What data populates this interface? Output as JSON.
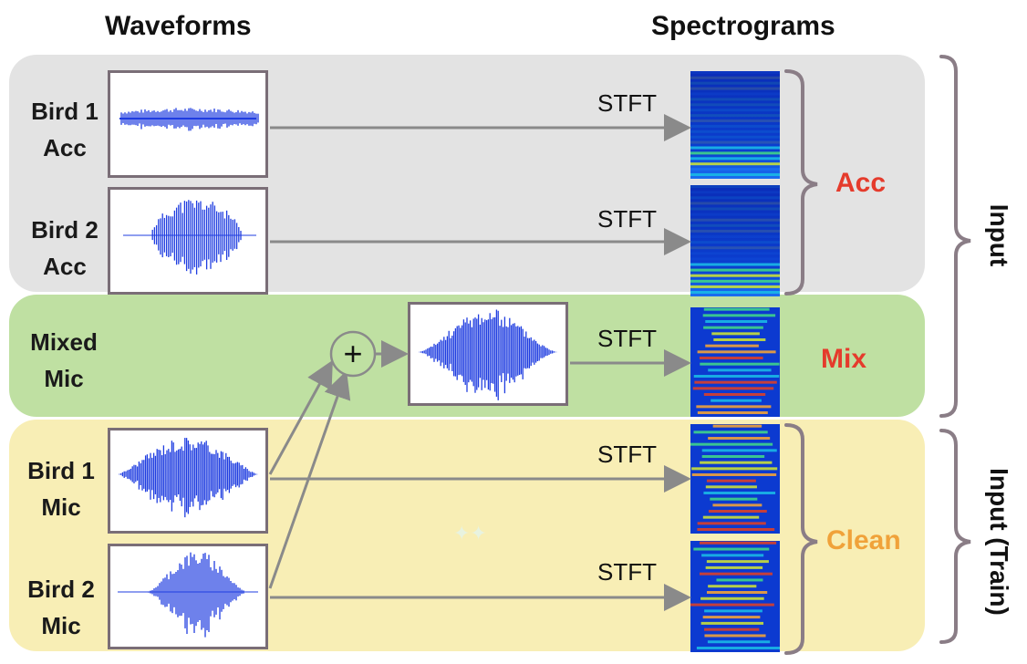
{
  "headers": {
    "waveforms": "Waveforms",
    "spectrograms": "Spectrograms"
  },
  "rows": {
    "bird1_acc": {
      "line1": "Bird 1",
      "line2": "Acc"
    },
    "bird2_acc": {
      "line1": "Bird 2",
      "line2": "Acc"
    },
    "mixed_mic": {
      "line1": "Mixed",
      "line2": "Mic"
    },
    "bird1_mic": {
      "line1": "Bird 1",
      "line2": "Mic"
    },
    "bird2_mic": {
      "line1": "Bird 2",
      "line2": "Mic"
    }
  },
  "stft_label": "STFT",
  "mix_operator": "+",
  "groups": {
    "acc": "Acc",
    "mix": "Mix",
    "clean": "Clean"
  },
  "side_labels": {
    "input": "Input",
    "input_train": "Input (Train)"
  },
  "colors": {
    "acc_band": "#e3e3e3",
    "mix_band": "#bfe0a2",
    "clean_band": "#f8eeb5",
    "acc_label": "#e53b2c",
    "mix_label": "#e53b2c",
    "clean_label": "#f0a23a",
    "arrow": "#8a8a8a",
    "bracket": "#8a7d86",
    "waveform": "#1f3de0"
  }
}
